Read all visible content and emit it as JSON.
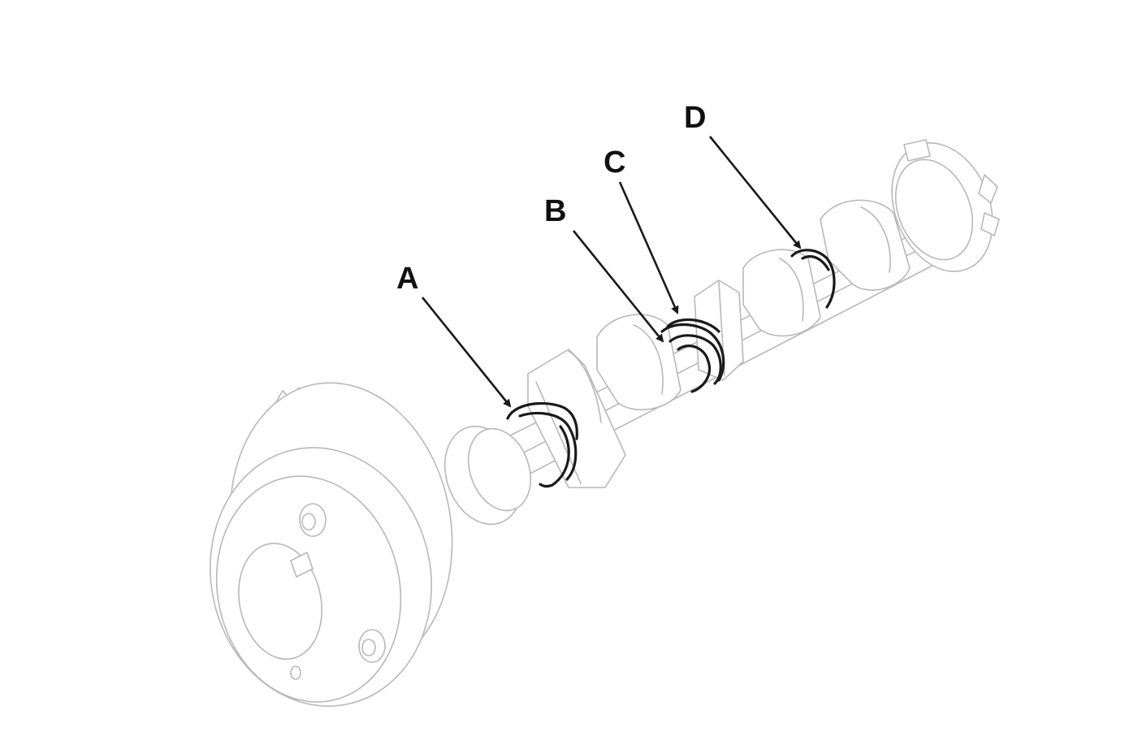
{
  "figure": {
    "subject": "camshaft-with-cvvt-sprocket",
    "callouts": [
      {
        "id": "a",
        "label": "A"
      },
      {
        "id": "b",
        "label": "B"
      },
      {
        "id": "c",
        "label": "C"
      },
      {
        "id": "d",
        "label": "D"
      }
    ],
    "colors": {
      "background": "#ffffff",
      "part_outline": "#b8b8b8",
      "seal_ring": "#1a1a1a",
      "callout": "#111111"
    }
  }
}
